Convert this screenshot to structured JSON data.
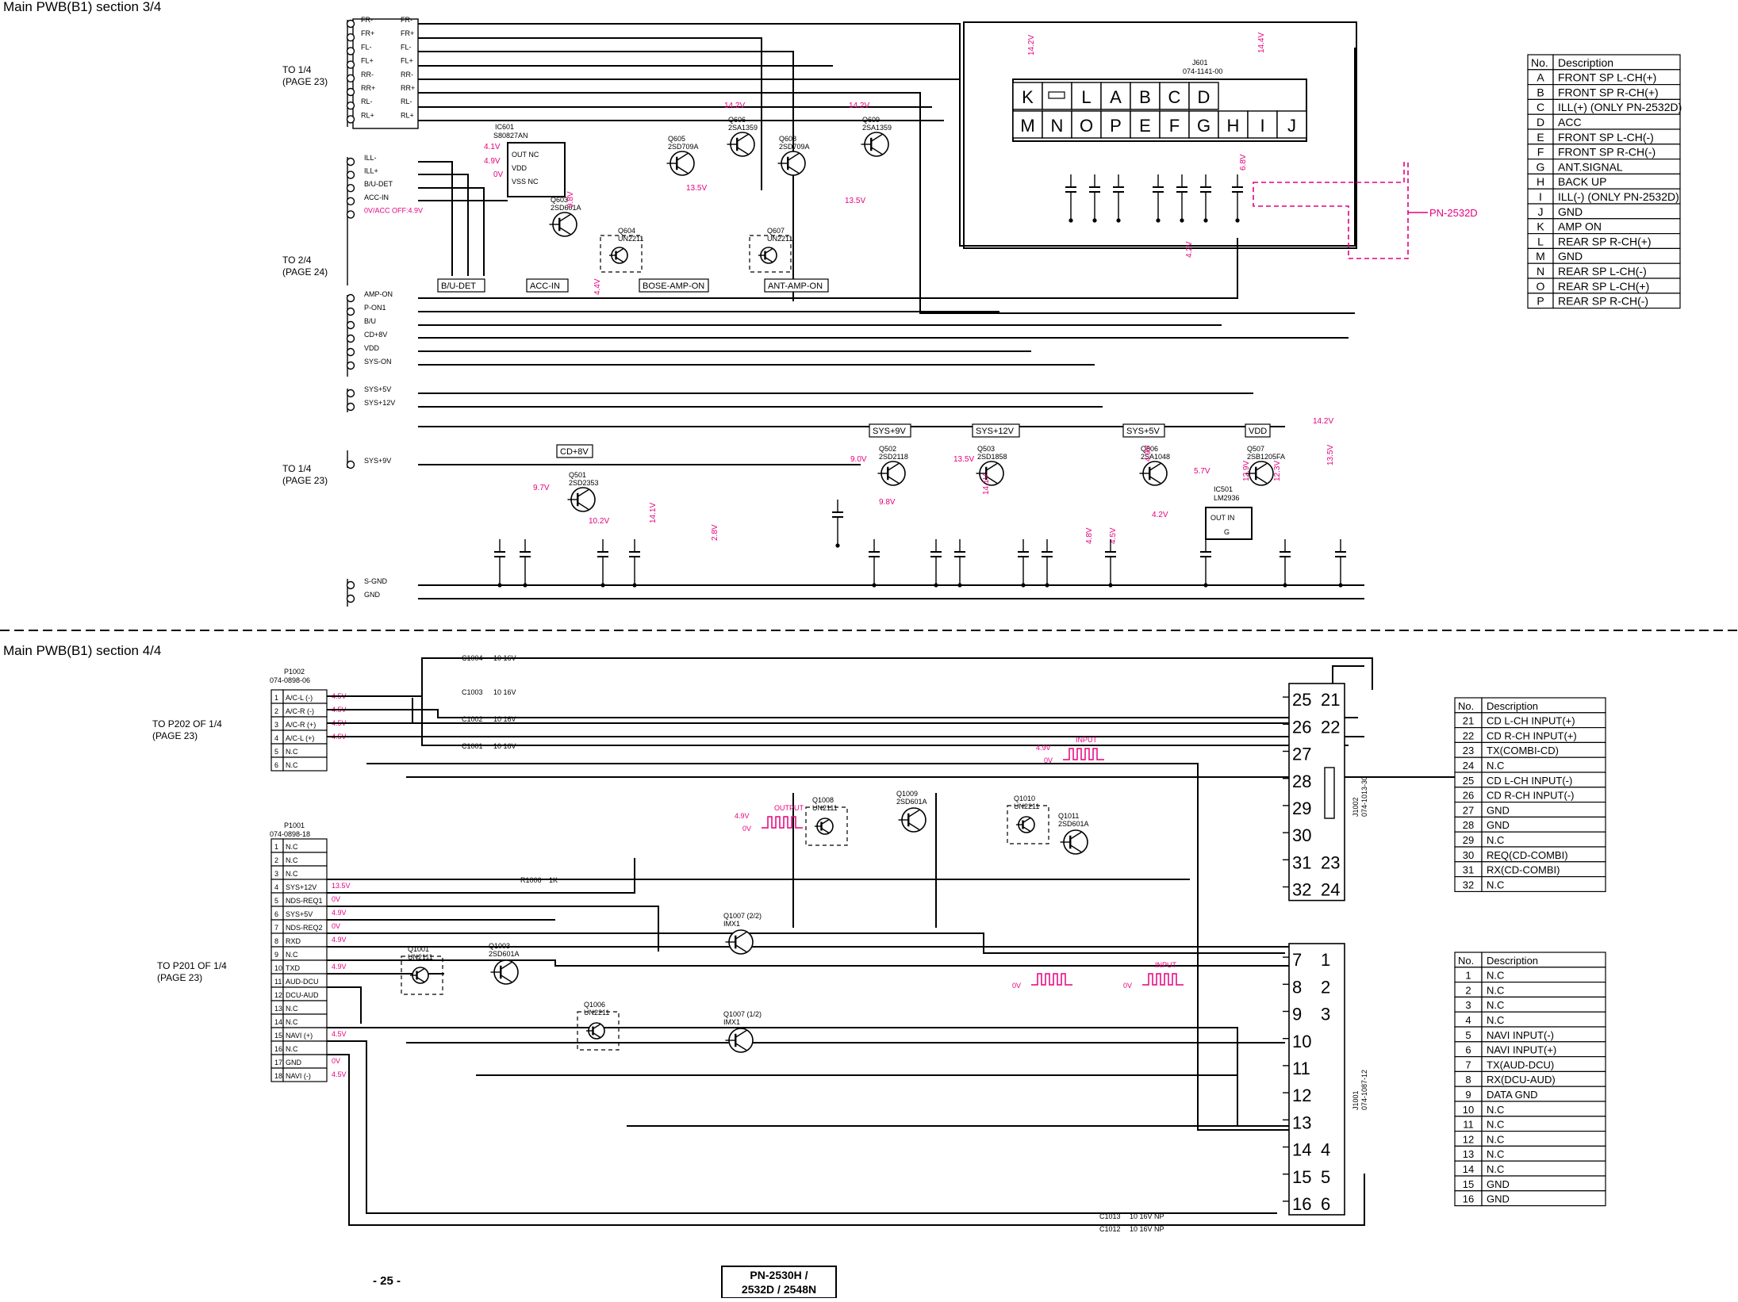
{
  "header": {
    "section_top": "Main PWB(B1) section  3/4",
    "section_bottom": "Main PWB(B1) section  4/4"
  },
  "footer": {
    "page_number": "- 25 -",
    "models": [
      "PN-2530H /",
      "2532D / 2548N"
    ]
  },
  "connector_refs": [
    {
      "text": [
        "TO 1/4",
        "(PAGE 23)"
      ]
    },
    {
      "text": [
        "TO 2/4",
        "(PAGE 24)"
      ]
    },
    {
      "text": [
        "TO 1/4",
        "(PAGE 23)"
      ]
    },
    {
      "text": [
        "TO P202 OF 1/4",
        "(PAGE 23)"
      ]
    },
    {
      "text": [
        "TO P201 OF 1/4",
        "(PAGE 23)"
      ]
    }
  ],
  "top_bus": {
    "group1": [
      "FR-",
      "FR+",
      "FL-",
      "FL+",
      "RR-",
      "RR+",
      "RL-",
      "RL+"
    ],
    "group2": [
      "ILL-",
      "ILL+",
      "B/U-DET",
      "ACC-IN",
      "0V/ACC OFF:4.9V"
    ],
    "group3": [
      "AMP-ON",
      "P-ON1",
      "B/U",
      "CD+8V",
      "VDD",
      "SYS-ON"
    ],
    "group4": [
      "SYS+5V",
      "SYS+12V"
    ],
    "group5": [
      "SYS+9V"
    ],
    "group6": [
      "S-GND",
      "GND"
    ]
  },
  "block_labels": [
    "B/U-DET",
    "ACC-IN",
    "BOSE-AMP-ON",
    "ANT-AMP-ON",
    "CD+8V",
    "SYS+9V",
    "SYS+12V",
    "SYS+5V",
    "VDD"
  ],
  "components_top": [
    {
      "ref": "IC601",
      "part": "S80827AN"
    },
    {
      "ref": "Q603",
      "part": "2SD601A"
    },
    {
      "ref": "Q605",
      "part": "2SD709A"
    },
    {
      "ref": "Q606",
      "part": "2SA1359"
    },
    {
      "ref": "Q608",
      "part": "2SD709A"
    },
    {
      "ref": "Q609",
      "part": "2SA1359"
    },
    {
      "ref": "Q604",
      "part": "UN2211"
    },
    {
      "ref": "Q607",
      "part": "UN2211"
    },
    {
      "ref": "Q501",
      "part": "2SD2353"
    },
    {
      "ref": "Q502",
      "part": "2SD2118"
    },
    {
      "ref": "Q503",
      "part": "2SD1858"
    },
    {
      "ref": "Q506",
      "part": "2SA1048"
    },
    {
      "ref": "Q507",
      "part": "2SB1205FA"
    },
    {
      "ref": "IC501",
      "part": "LM2936"
    },
    {
      "ref": "J601",
      "part": "074-1141-00"
    }
  ],
  "components_bottom": [
    {
      "ref": "Q1008",
      "part": "UN2111"
    },
    {
      "ref": "Q1009",
      "part": "2SD601A"
    },
    {
      "ref": "Q1010",
      "part": "UN2211"
    },
    {
      "ref": "Q1011",
      "part": "2SD601A"
    },
    {
      "ref": "Q1001",
      "part": "UN2111"
    },
    {
      "ref": "Q1003",
      "part": "2SD601A"
    },
    {
      "ref": "Q1007 (2/2)",
      "part": "IMX1"
    },
    {
      "ref": "Q1007 (1/2)",
      "part": "IMX1"
    },
    {
      "ref": "Q1006",
      "part": "UN2211"
    },
    {
      "ref": "R1006",
      "part": "1K"
    },
    {
      "ref": "C1004",
      "part": "10 16V"
    },
    {
      "ref": "C1003",
      "part": "10 16V"
    },
    {
      "ref": "C1002",
      "part": "10 16V"
    },
    {
      "ref": "C1001",
      "part": "10 16V"
    },
    {
      "ref": "C1013",
      "part": "10 16V NP"
    },
    {
      "ref": "C1012",
      "part": "10 16V NP"
    }
  ],
  "voltages_top": [
    "4.1V",
    "4.9V",
    "0V",
    "14.2V",
    "13.5V",
    "14.2V",
    "13.5V",
    "9.7V",
    "10.2V",
    "14.1V",
    "2.8V",
    "9.0V",
    "9.8V",
    "13.5V",
    "14.1V",
    "4.8V",
    "4.5V",
    "4.9V",
    "4.2V",
    "5.7V",
    "12.9V",
    "12.3V",
    "13.5V",
    "14.2V",
    "14.4V",
    "6.8V",
    "4.2V",
    "14.2V",
    "4.4V",
    "0.8V"
  ],
  "pwb_note": "PN-2532D",
  "j601_table": {
    "headers": [
      "No.",
      "Description"
    ],
    "rows": [
      [
        "A",
        "FRONT SP L-CH(+)"
      ],
      [
        "B",
        "FRONT SP R-CH(+)"
      ],
      [
        "C",
        "ILL(+) (ONLY PN-2532D)"
      ],
      [
        "D",
        "ACC"
      ],
      [
        "E",
        "FRONT SP L-CH(-)"
      ],
      [
        "F",
        "FRONT SP R-CH(-)"
      ],
      [
        "G",
        "ANT.SIGNAL"
      ],
      [
        "H",
        "BACK UP"
      ],
      [
        "I",
        "ILL(-) (ONLY PN-2532D)"
      ],
      [
        "J",
        "GND"
      ],
      [
        "K",
        "AMP ON"
      ],
      [
        "L",
        "REAR SP R-CH(+)"
      ],
      [
        "M",
        "GND"
      ],
      [
        "N",
        "REAR SP L-CH(-)"
      ],
      [
        "O",
        "REAR SP L-CH(+)"
      ],
      [
        "P",
        "REAR SP R-CH(-)"
      ]
    ]
  },
  "j601_pins": {
    "row1": [
      "K",
      "",
      "L",
      "A",
      "B",
      "C",
      "D"
    ],
    "row2": [
      "M",
      "N",
      "O",
      "P",
      "E",
      "F",
      "G",
      "H",
      "I",
      "J"
    ]
  },
  "p1002": {
    "ref": "P1002",
    "part": "074-0898-06",
    "pins": [
      {
        "no": "1",
        "name": "A/C-L (-)",
        "v": "4.5V"
      },
      {
        "no": "2",
        "name": "A/C-R (-)",
        "v": "4.5V"
      },
      {
        "no": "3",
        "name": "A/C-R (+)",
        "v": "4.5V"
      },
      {
        "no": "4",
        "name": "A/C-L (+)",
        "v": "4.5V"
      },
      {
        "no": "5",
        "name": "N.C",
        "v": ""
      },
      {
        "no": "6",
        "name": "N.C",
        "v": ""
      }
    ]
  },
  "p1001": {
    "ref": "P1001",
    "part": "074-0898-18",
    "pins": [
      {
        "no": "1",
        "name": "N.C",
        "v": ""
      },
      {
        "no": "2",
        "name": "N.C",
        "v": ""
      },
      {
        "no": "3",
        "name": "N.C",
        "v": ""
      },
      {
        "no": "4",
        "name": "SYS+12V",
        "v": "13.5V"
      },
      {
        "no": "5",
        "name": "NDS-REQ1",
        "v": "0V"
      },
      {
        "no": "6",
        "name": "SYS+5V",
        "v": "4.9V"
      },
      {
        "no": "7",
        "name": "NDS-REQ2",
        "v": "0V"
      },
      {
        "no": "8",
        "name": "RXD",
        "v": "4.9V"
      },
      {
        "no": "9",
        "name": "N.C",
        "v": ""
      },
      {
        "no": "10",
        "name": "TXD",
        "v": "4.9V"
      },
      {
        "no": "11",
        "name": "AUD-DCU",
        "v": ""
      },
      {
        "no": "12",
        "name": "DCU-AUD",
        "v": ""
      },
      {
        "no": "13",
        "name": "N.C",
        "v": ""
      },
      {
        "no": "14",
        "name": "N.C",
        "v": ""
      },
      {
        "no": "15",
        "name": "NAVI (+)",
        "v": "4.5V"
      },
      {
        "no": "16",
        "name": "N.C",
        "v": ""
      },
      {
        "no": "17",
        "name": "GND",
        "v": "0V"
      },
      {
        "no": "18",
        "name": "NAVI (-)",
        "v": "4.5V"
      }
    ]
  },
  "j1002": {
    "ref": "J1002",
    "part": "074-1013-30",
    "rows": [
      [
        "25",
        "21"
      ],
      [
        "26",
        "22"
      ],
      [
        "27",
        ""
      ],
      [
        "28",
        ""
      ],
      [
        "29",
        ""
      ],
      [
        "30",
        ""
      ],
      [
        "31",
        "23"
      ],
      [
        "32",
        "24"
      ]
    ]
  },
  "j1001": {
    "ref": "J1001",
    "part": "074-1087-12",
    "rows": [
      [
        "7",
        "1"
      ],
      [
        "8",
        "2"
      ],
      [
        "9",
        "3"
      ],
      [
        "10",
        ""
      ],
      [
        "11",
        ""
      ],
      [
        "12",
        ""
      ],
      [
        "13",
        ""
      ],
      [
        "14",
        "4"
      ],
      [
        "15",
        "5"
      ],
      [
        "16",
        "6"
      ]
    ]
  },
  "j1002_table": {
    "headers": [
      "No.",
      "Description"
    ],
    "rows": [
      [
        "21",
        "CD L-CH INPUT(+)"
      ],
      [
        "22",
        "CD R-CH INPUT(+)"
      ],
      [
        "23",
        "TX(COMBI-CD)"
      ],
      [
        "24",
        "N.C"
      ],
      [
        "25",
        "CD L-CH INPUT(-)"
      ],
      [
        "26",
        "CD R-CH INPUT(-)"
      ],
      [
        "27",
        "GND"
      ],
      [
        "28",
        "GND"
      ],
      [
        "29",
        "N.C"
      ],
      [
        "30",
        "REQ(CD-COMBI)"
      ],
      [
        "31",
        "RX(CD-COMBI)"
      ],
      [
        "32",
        "N.C"
      ]
    ]
  },
  "j1001_table": {
    "headers": [
      "No.",
      "Description"
    ],
    "rows": [
      [
        "1",
        "N.C"
      ],
      [
        "2",
        "N.C"
      ],
      [
        "3",
        "N.C"
      ],
      [
        "4",
        "N.C"
      ],
      [
        "5",
        "NAVI INPUT(-)"
      ],
      [
        "6",
        "NAVI INPUT(+)"
      ],
      [
        "7",
        "TX(AUD-DCU)"
      ],
      [
        "8",
        "RX(DCU-AUD)"
      ],
      [
        "9",
        "DATA GND"
      ],
      [
        "10",
        "N.C"
      ],
      [
        "11",
        "N.C"
      ],
      [
        "12",
        "N.C"
      ],
      [
        "13",
        "N.C"
      ],
      [
        "14",
        "N.C"
      ],
      [
        "15",
        "GND"
      ],
      [
        "16",
        "GND"
      ]
    ]
  },
  "waveforms": [
    {
      "label": "OUTPUT",
      "v_high": "4.9V",
      "v_low": "0V"
    },
    {
      "label": "INPUT",
      "v_high": "4.9V",
      "v_low": "0V"
    },
    {
      "label": "",
      "v_high": "",
      "v_low": "0V"
    },
    {
      "label": "INPUT",
      "v_high": "",
      "v_low": "0V"
    }
  ]
}
